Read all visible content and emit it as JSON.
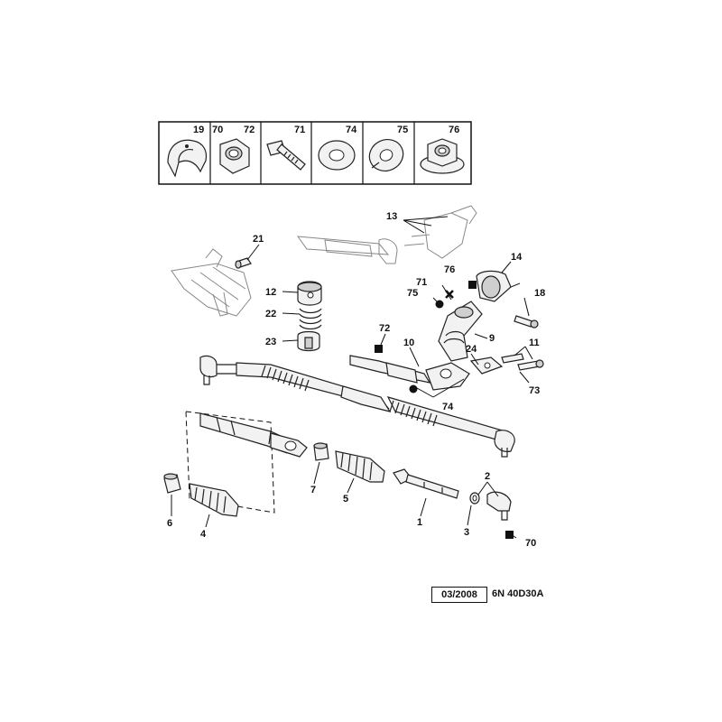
{
  "legend": {
    "cells": [
      {
        "codes": [
          "19"
        ],
        "icon": "half-collar-icon"
      },
      {
        "codes": [
          "70",
          "72"
        ],
        "icon": "hex-nut-icon"
      },
      {
        "codes": [
          "71"
        ],
        "icon": "hex-bolt-icon"
      },
      {
        "codes": [
          "74"
        ],
        "icon": "flat-washer-icon"
      },
      {
        "codes": [
          "75"
        ],
        "icon": "spring-washer-icon"
      },
      {
        "codes": [
          "76"
        ],
        "icon": "flange-nut-icon"
      }
    ]
  },
  "callouts": [
    {
      "id": "13",
      "text": "13"
    },
    {
      "id": "14",
      "text": "14"
    },
    {
      "id": "21",
      "text": "21"
    },
    {
      "id": "76",
      "text": "76"
    },
    {
      "id": "71",
      "text": "71"
    },
    {
      "id": "75",
      "text": "75"
    },
    {
      "id": "18",
      "text": "18"
    },
    {
      "id": "12",
      "text": "12"
    },
    {
      "id": "22",
      "text": "22"
    },
    {
      "id": "23",
      "text": "23"
    },
    {
      "id": "72",
      "text": "72"
    },
    {
      "id": "10",
      "text": "10"
    },
    {
      "id": "9",
      "text": "9"
    },
    {
      "id": "24",
      "text": "24"
    },
    {
      "id": "11",
      "text": "11"
    },
    {
      "id": "73",
      "text": "73"
    },
    {
      "id": "74",
      "text": "74"
    },
    {
      "id": "2",
      "text": "2"
    },
    {
      "id": "7",
      "text": "7"
    },
    {
      "id": "5",
      "text": "5"
    },
    {
      "id": "1",
      "text": "1"
    },
    {
      "id": "3",
      "text": "3"
    },
    {
      "id": "6",
      "text": "6"
    },
    {
      "id": "4",
      "text": "4"
    },
    {
      "id": "70",
      "text": "70"
    }
  ],
  "symbols": {
    "square_marks": [
      "76",
      "72",
      "70"
    ],
    "circle_marks": [
      "75",
      "74"
    ],
    "cross_marks": [
      "71"
    ]
  },
  "footer": {
    "date": "03/2008",
    "ref": "6N 40D30A"
  }
}
